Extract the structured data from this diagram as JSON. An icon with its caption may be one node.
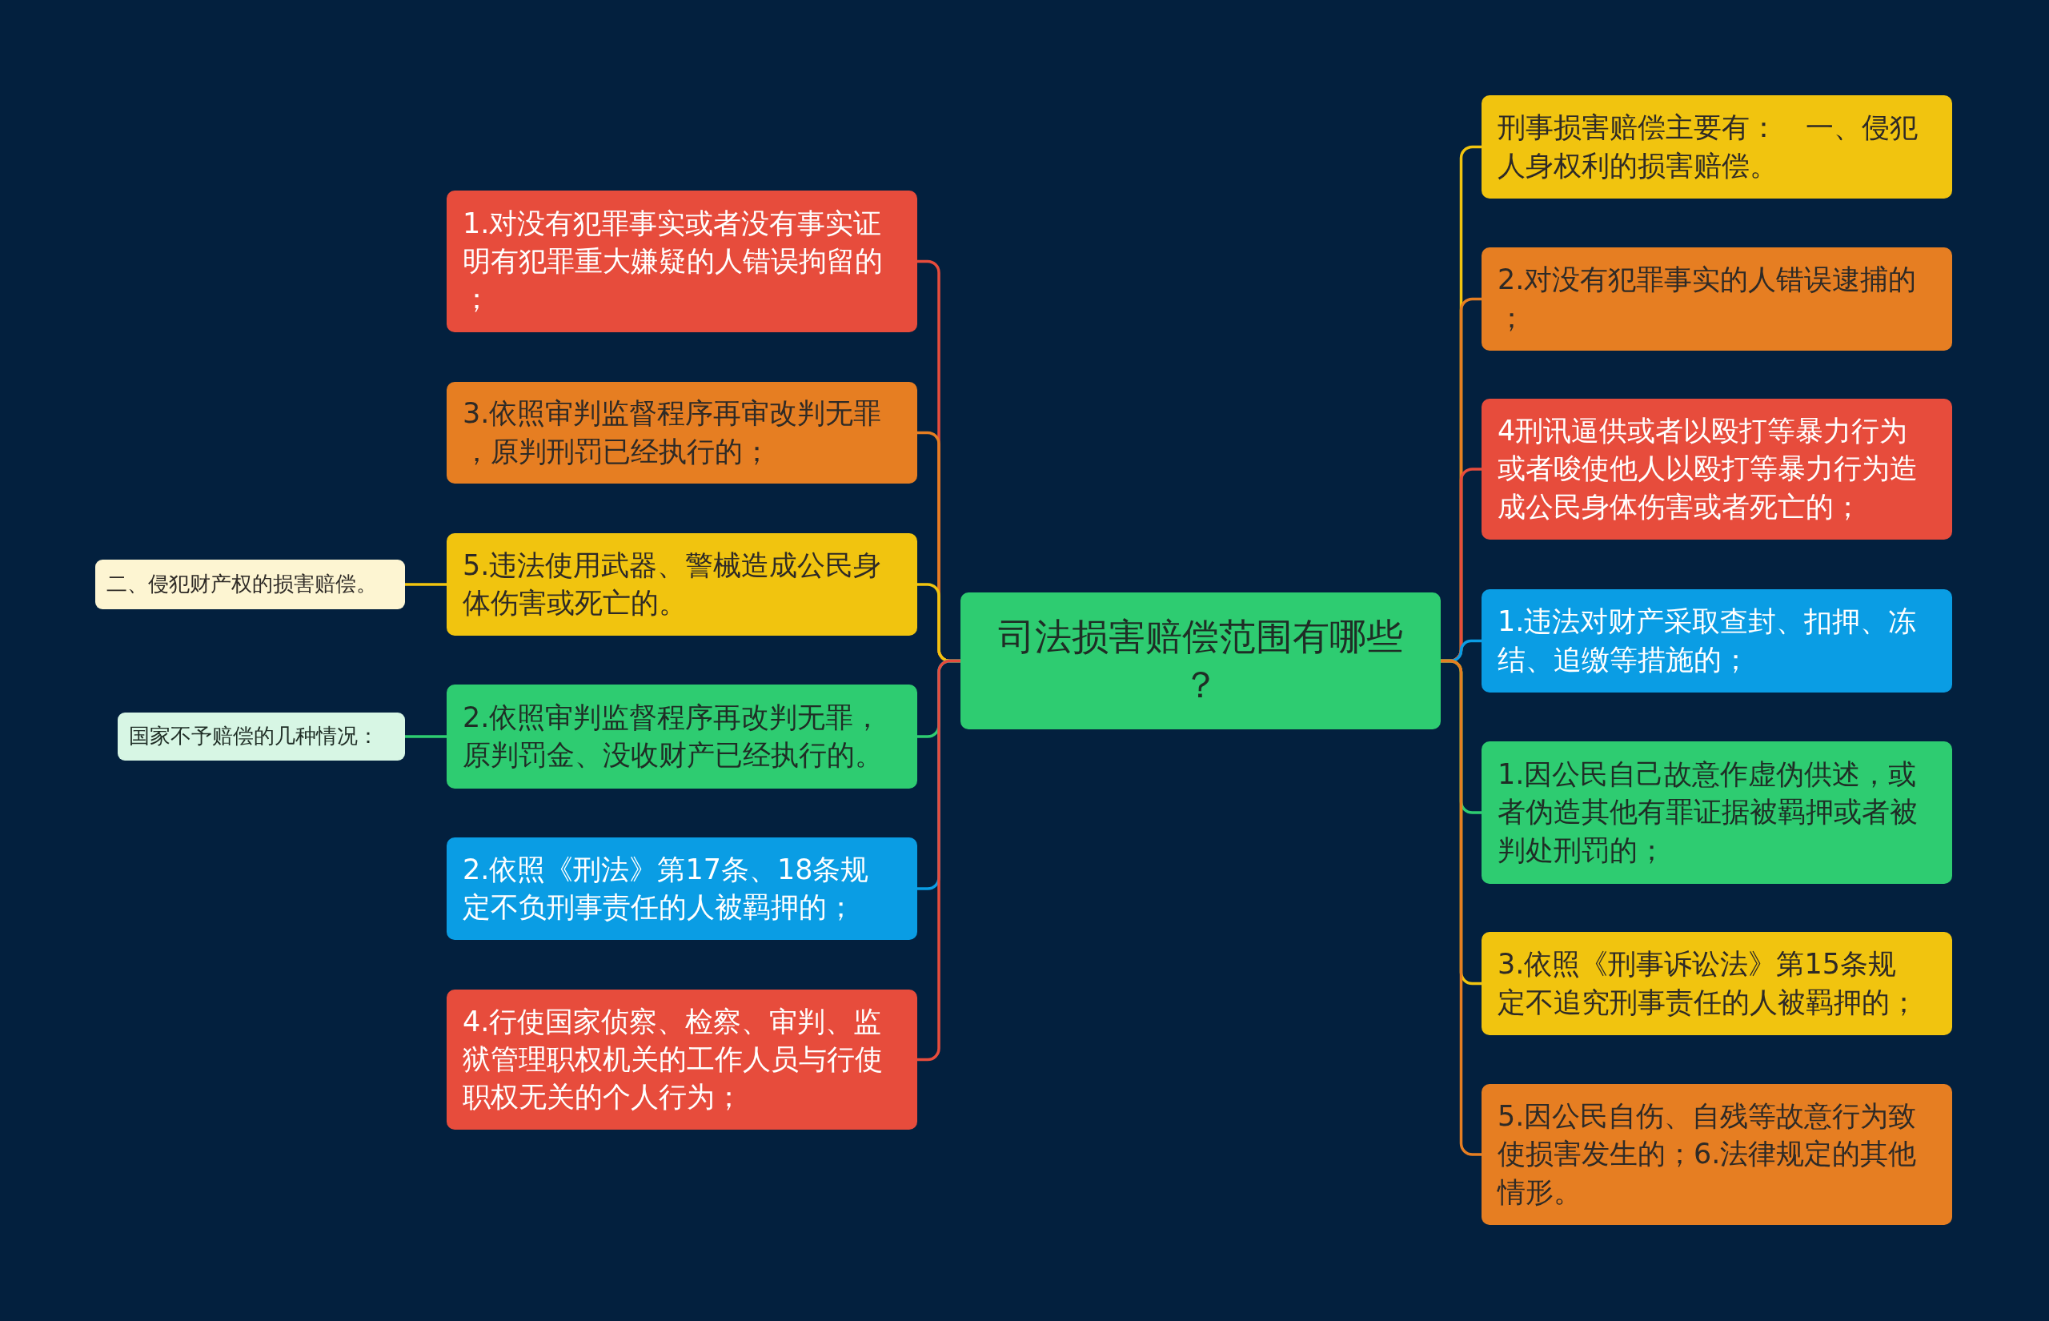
{
  "diagram": {
    "nodes": [
      {
        "text": [
          "司法损害赔偿范围有哪些？"
        ]
      },
      {
        "text": [
          "1.对没有犯罪事实或者没有事实证明有犯罪重大嫌疑的人错误拘留的；"
        ]
      },
      {
        "text": [
          "3.依照审判监督程序再审改判无罪，原判刑罚已经执行的；"
        ]
      },
      {
        "text": [
          "5.违法使用武器、警械造成公民身体伤害或死亡的。"
        ]
      },
      {
        "text": [
          "二、侵犯财产权的损害赔偿。"
        ]
      },
      {
        "text": [
          "2.依照审判监督程序再改判无罪，原判罚金、没收财产已经执行的。"
        ]
      },
      {
        "text": [
          "国家不予赔偿的几种情况："
        ]
      },
      {
        "text": [
          "2.依照《刑法》第17条、18条规定不负刑事责任的人被羁押的；"
        ]
      },
      {
        "text": [
          "4.行使国家侦察、检察、审判、监狱管理职权机关的工作人员与行使职权无关的个人行为；"
        ]
      },
      {
        "text": [
          "刑事损害赔偿主要有：　一、侵犯人身权利的损害赔偿。"
        ]
      },
      {
        "text": [
          "2.对没有犯罪事实的人错误逮捕的；"
        ]
      },
      {
        "text": [
          "4刑讯逼供或者以殴打等暴力行为或者唆使他人以殴打等暴力行为造成公民身体伤害或者死亡的；"
        ]
      },
      {
        "text": [
          "1.违法对财产采取查封、扣押、冻结、追缴等措施的；"
        ]
      },
      {
        "text": [
          "1.因公民自己故意作虚伪供述，或者伪造其他有罪证据被羁押或者被判处刑罚的；"
        ]
      },
      {
        "text": [
          "3.依照《刑事诉讼法》第15条规定不追究刑事责任的人被羁押的；"
        ]
      },
      {
        "text": [
          "5.因公民自伤、自残等故意行为致使损害发生的；6.法律规定的其他情形。"
        ]
      }
    ],
    "edges": [
      {
        "from": 0,
        "to": 1,
        "arrow": "none",
        "color": "#e74c3c"
      },
      {
        "from": 0,
        "to": 2,
        "arrow": "none",
        "color": "#e67e22"
      },
      {
        "from": 0,
        "to": 3,
        "arrow": "none",
        "color": "#f1c40f"
      },
      {
        "from": 3,
        "to": 4,
        "arrow": "none",
        "color": "#f1c40f"
      },
      {
        "from": 0,
        "to": 5,
        "arrow": "none",
        "color": "#2ecc71"
      },
      {
        "from": 5,
        "to": 6,
        "arrow": "none",
        "color": "#2ecc71"
      },
      {
        "from": 0,
        "to": 7,
        "arrow": "none",
        "color": "#0a9de4"
      },
      {
        "from": 0,
        "to": 8,
        "arrow": "none",
        "color": "#e74c3c"
      },
      {
        "from": 0,
        "to": 9,
        "arrow": "none",
        "color": "#f1c40f"
      },
      {
        "from": 0,
        "to": 10,
        "arrow": "none",
        "color": "#e67e22"
      },
      {
        "from": 0,
        "to": 11,
        "arrow": "none",
        "color": "#e74c3c"
      },
      {
        "from": 0,
        "to": 12,
        "arrow": "none",
        "color": "#0a9de4"
      },
      {
        "from": 0,
        "to": 13,
        "arrow": "none",
        "color": "#2ecc71"
      },
      {
        "from": 0,
        "to": 14,
        "arrow": "none",
        "color": "#f1c40f"
      },
      {
        "from": 0,
        "to": 15,
        "arrow": "none",
        "color": "#e67e22"
      }
    ]
  }
}
